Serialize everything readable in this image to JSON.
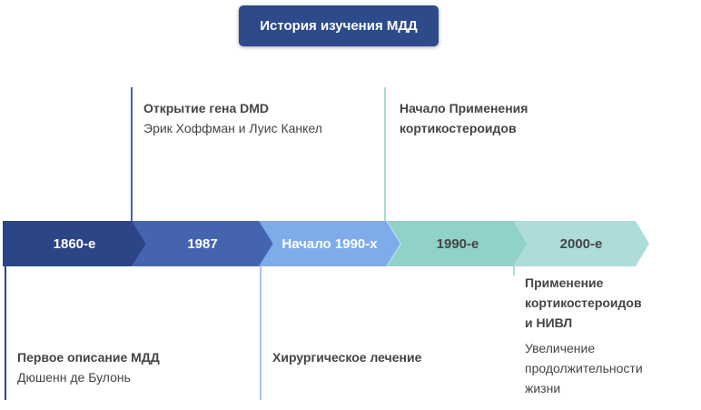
{
  "title": "История изучения МДД",
  "timeline": [
    {
      "label": "1860-е",
      "color": "#2b4586",
      "text_color": "#ffffff"
    },
    {
      "label": "1987",
      "color": "#4464b0",
      "text_color": "#ffffff"
    },
    {
      "label": "Начало 1990-х",
      "color": "#7fabeb",
      "text_color": "#ffffff"
    },
    {
      "label": "1990-е",
      "color": "#90d1c8",
      "text_color": "#444444"
    },
    {
      "label": "2000-е",
      "color": "#addcda",
      "text_color": "#444444"
    }
  ],
  "events": {
    "e1860": {
      "heading": "Первое описание МДД",
      "detail": "Дюшенн де Булонь"
    },
    "e1987": {
      "heading": "Открытие гена DMD",
      "detail": "Эрик Хоффман и Луис Канкел"
    },
    "e1990early": {
      "heading": "Хирургическое лечение"
    },
    "e1990s": {
      "heading1": "Начало Применения",
      "heading2": "кортикостероидов"
    },
    "e2000": {
      "heading1": "Применение",
      "heading2": "кортикостероидов",
      "heading3": "и НИВЛ",
      "detail1": "Увеличение",
      "detail2": "продолжительности",
      "detail3": "жизни"
    }
  }
}
